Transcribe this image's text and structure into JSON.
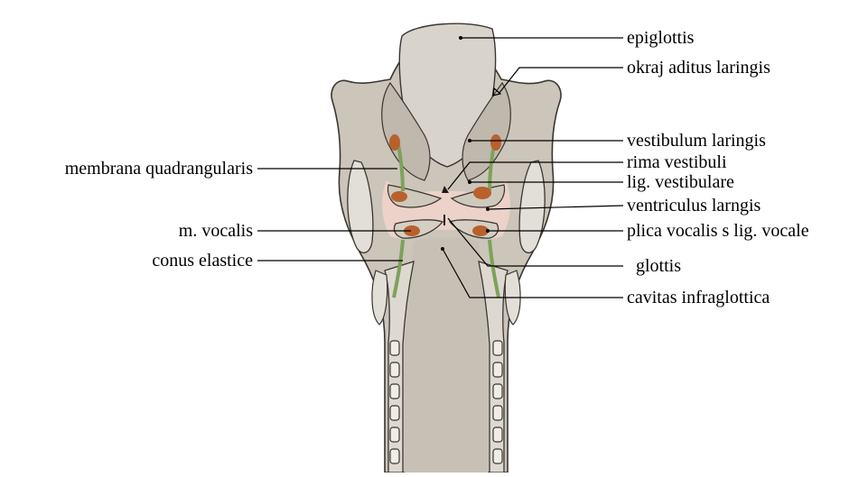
{
  "diagram": {
    "subject": "larynx-coronal-section",
    "colors": {
      "tissue": "#c9c2b6",
      "tissue_dark": "#a89f92",
      "cartilage": "#e1ded6",
      "outline": "#3a3631",
      "muscle": "#b8612c",
      "ligament": "#7fa15a",
      "lumen_tint": "#e9c7bd"
    },
    "labels_right": [
      {
        "key": "epiglottis",
        "text": "epiglottis"
      },
      {
        "key": "okraj",
        "text": "okraj aditus laringis"
      },
      {
        "key": "vestibulum",
        "text": "vestibulum laringis"
      },
      {
        "key": "rima",
        "text": "rima vestibuli"
      },
      {
        "key": "lig_vest",
        "text": "lig. vestibulare"
      },
      {
        "key": "ventriculus",
        "text": "ventriculus larngis"
      },
      {
        "key": "plica",
        "text": "plica vocalis s lig. vocale"
      },
      {
        "key": "glottis",
        "text": "glottis"
      },
      {
        "key": "cavitas",
        "text": "cavitas infraglottica"
      }
    ],
    "labels_left": [
      {
        "key": "membrana",
        "text": "membrana quadrangularis"
      },
      {
        "key": "vocalis",
        "text": "m. vocalis"
      },
      {
        "key": "conus",
        "text": "conus elastice"
      }
    ]
  }
}
